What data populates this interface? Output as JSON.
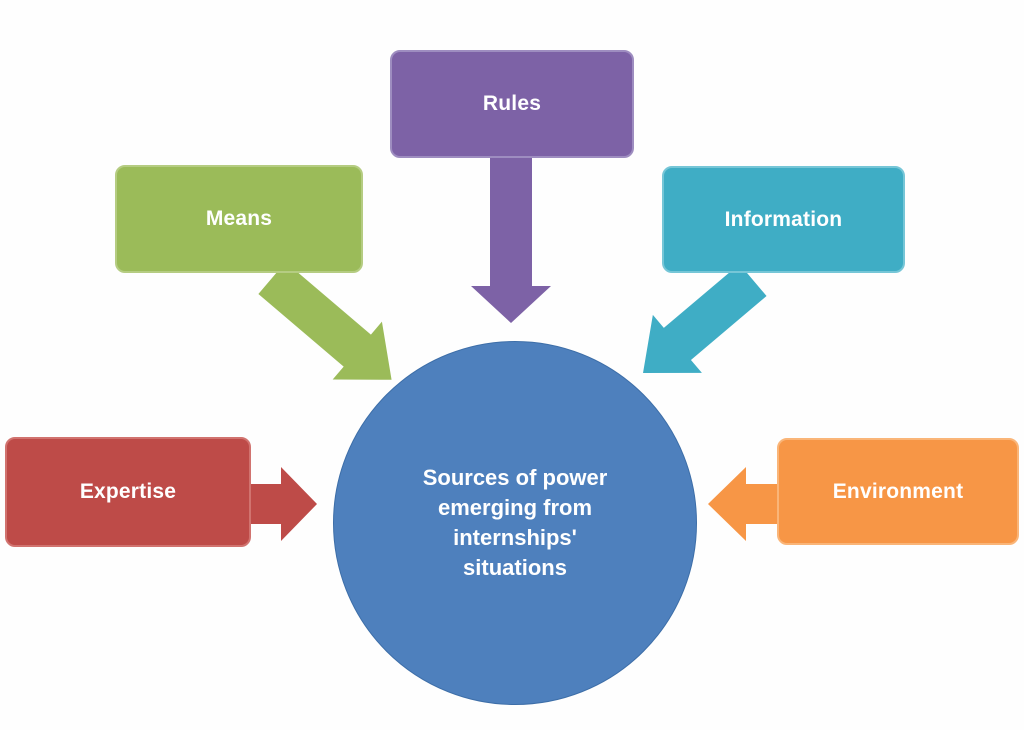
{
  "diagram": {
    "background": "#FEFEFE",
    "center": {
      "label": "Sources of power emerging from internships' situations",
      "lines": {
        "0": "Sources of power",
        "1": "emerging from",
        "2": "internships'",
        "3": "situations"
      },
      "fill": "#4E80BD",
      "edge": "#3D6EA8",
      "text_color": "#FFFFFF"
    },
    "nodes": {
      "0": {
        "id": "rules",
        "label": "Rules",
        "fill": "#7D62A6",
        "border": "#9E8DC0",
        "arrow_direction": "down"
      },
      "1": {
        "id": "means",
        "label": "Means",
        "fill": "#9BBB59",
        "border": "#B5CC82",
        "arrow_direction": "down-right"
      },
      "2": {
        "id": "information",
        "label": "Information",
        "fill": "#3FADC5",
        "border": "#76C6D7",
        "arrow_direction": "down-left"
      },
      "3": {
        "id": "expertise",
        "label": "Expertise",
        "fill": "#BE4B48",
        "border": "#D1736F",
        "arrow_direction": "right"
      },
      "4": {
        "id": "environment",
        "label": "Environment",
        "fill": "#F79646",
        "border": "#FAB578",
        "arrow_direction": "left"
      }
    }
  }
}
